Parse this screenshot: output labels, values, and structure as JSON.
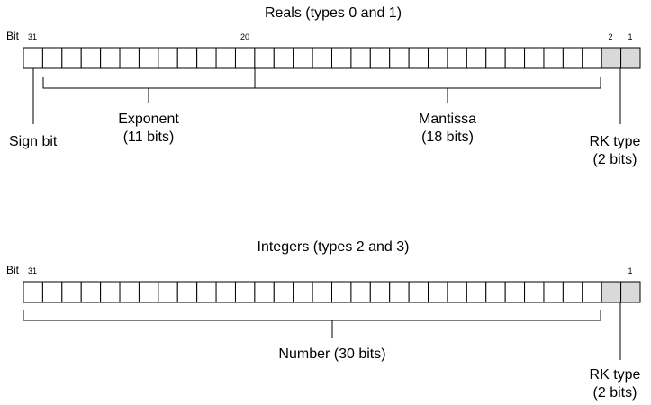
{
  "reals": {
    "title": "Reals (types 0 and 1)",
    "bit_label": "Bit",
    "bit_numbers": {
      "b31": "31",
      "b20": "20",
      "b2": "2",
      "b1": "1"
    },
    "sign": "Sign bit",
    "exponent": {
      "name": "Exponent",
      "bits": "(11 bits)"
    },
    "mantissa": {
      "name": "Mantissa",
      "bits": "(18 bits)"
    },
    "rk": {
      "name": "RK type",
      "bits": "(2 bits)"
    }
  },
  "integers": {
    "title": "Integers (types 2 and 3)",
    "bit_label": "Bit",
    "bit_numbers": {
      "b31": "31",
      "b1": "1"
    },
    "number": "Number (30 bits)",
    "rk": {
      "name": "RK type",
      "bits": "(2 bits)"
    }
  },
  "colors": {
    "rk_cell": "#d9d9d9"
  }
}
